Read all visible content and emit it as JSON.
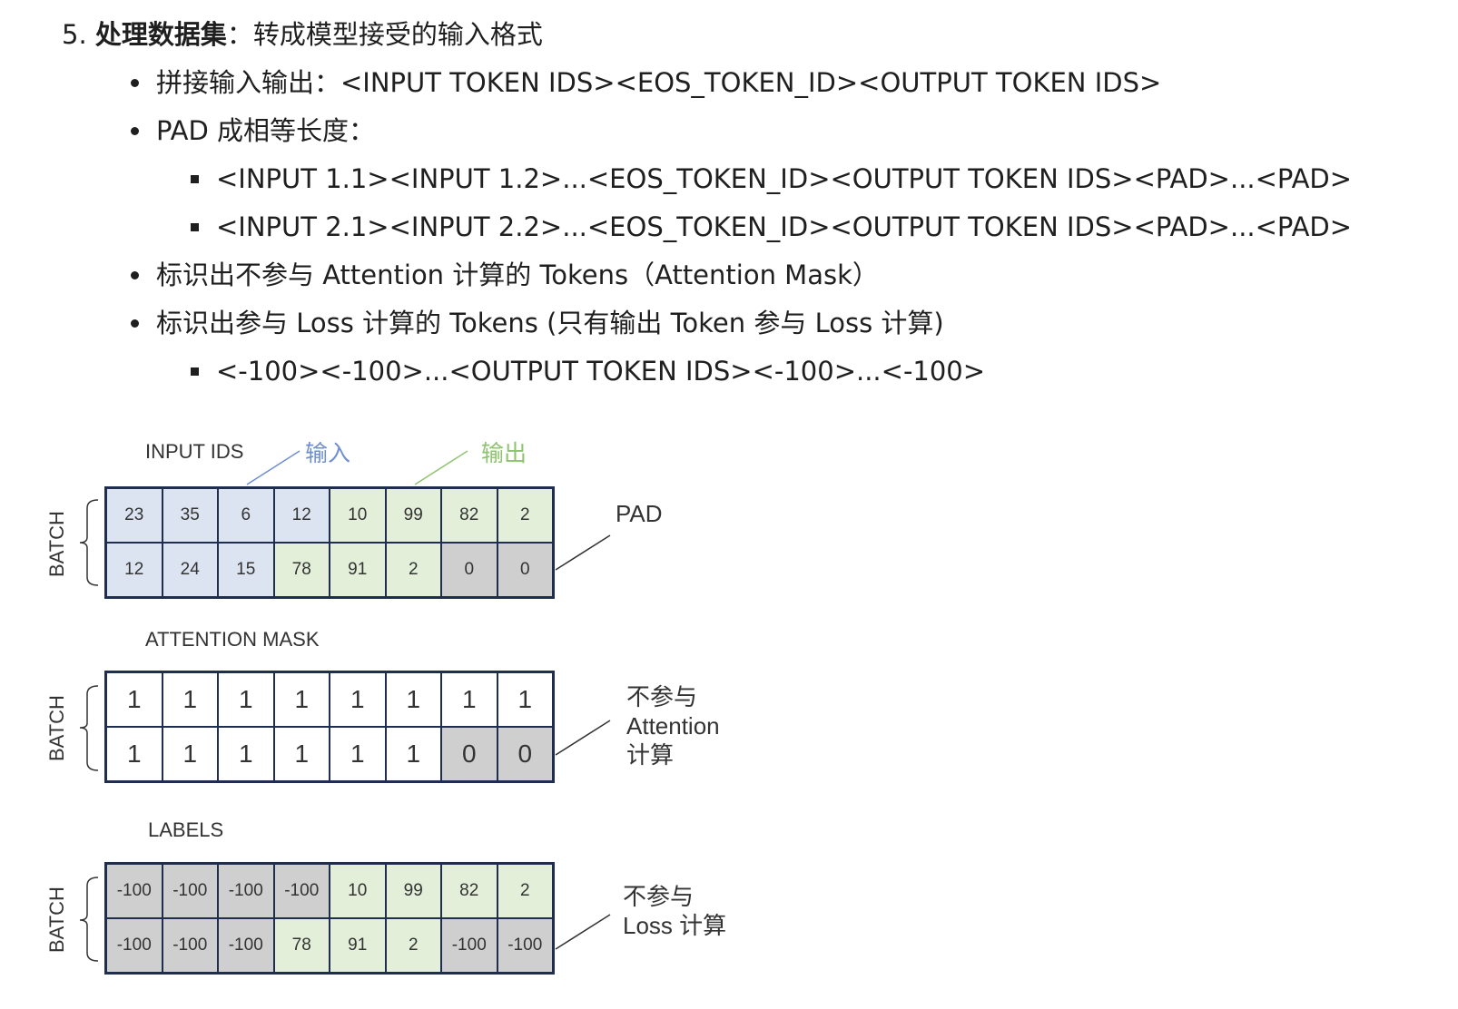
{
  "heading": {
    "number": "5.",
    "bold": "处理数据集",
    "rest": "：转成模型接受的输入格式"
  },
  "items": [
    {
      "type": "bullet",
      "text": "拼接输入输出：<INPUT TOKEN IDS><EOS_TOKEN_ID><OUTPUT TOKEN IDS>"
    },
    {
      "type": "bullet",
      "text": "PAD 成相等长度："
    },
    {
      "type": "square",
      "text": "<INPUT 1.1><INPUT 1.2>...<EOS_TOKEN_ID><OUTPUT TOKEN IDS><PAD>...<PAD>"
    },
    {
      "type": "square",
      "text": "<INPUT 2.1><INPUT 2.2>...<EOS_TOKEN_ID><OUTPUT TOKEN IDS><PAD>...<PAD>"
    },
    {
      "type": "bullet",
      "text": "标识出不参与 Attention 计算的 Tokens（Attention Mask）"
    },
    {
      "type": "bullet",
      "text": "标识出参与 Loss 计算的 Tokens (只有输出 Token 参与 Loss 计算)"
    },
    {
      "type": "square",
      "text": "<-100><-100>...<OUTPUT TOKEN IDS><-100>...<-100>"
    }
  ],
  "diagram": {
    "batch_label": "BATCH",
    "input_label": "输入",
    "output_label": "输出",
    "colors": {
      "input": "#dce3f1",
      "output": "#e3efd9",
      "ignored": "#d0cfd0",
      "plain": "#ffffff",
      "border": "#1f2d4f",
      "input_text": "#6f8fd0",
      "output_text": "#8fc46e"
    },
    "grids": [
      {
        "title": "INPUT IDS",
        "side_note": [
          "PAD"
        ],
        "rows": [
          {
            "values": [
              "23",
              "35",
              "6",
              "12",
              "10",
              "99",
              "82",
              "2"
            ],
            "kinds": [
              "input",
              "input",
              "input",
              "input",
              "output",
              "output",
              "output",
              "output"
            ]
          },
          {
            "values": [
              "12",
              "24",
              "15",
              "78",
              "91",
              "2",
              "0",
              "0"
            ],
            "kinds": [
              "input",
              "input",
              "input",
              "output",
              "output",
              "output",
              "ignored",
              "ignored"
            ]
          }
        ]
      },
      {
        "title": "ATTENTION MASK",
        "side_note": [
          "不参与",
          "Attention",
          "计算"
        ],
        "rows": [
          {
            "values": [
              "1",
              "1",
              "1",
              "1",
              "1",
              "1",
              "1",
              "1"
            ],
            "kinds": [
              "plain",
              "plain",
              "plain",
              "plain",
              "plain",
              "plain",
              "plain",
              "plain"
            ]
          },
          {
            "values": [
              "1",
              "1",
              "1",
              "1",
              "1",
              "1",
              "0",
              "0"
            ],
            "kinds": [
              "plain",
              "plain",
              "plain",
              "plain",
              "plain",
              "plain",
              "ignored",
              "ignored"
            ]
          }
        ]
      },
      {
        "title": "LABELS",
        "side_note": [
          "不参与",
          "Loss 计算"
        ],
        "rows": [
          {
            "values": [
              "-100",
              "-100",
              "-100",
              "-100",
              "10",
              "99",
              "82",
              "2"
            ],
            "kinds": [
              "ignored",
              "ignored",
              "ignored",
              "ignored",
              "output",
              "output",
              "output",
              "output"
            ]
          },
          {
            "values": [
              "-100",
              "-100",
              "-100",
              "78",
              "91",
              "2",
              "-100",
              "-100"
            ],
            "kinds": [
              "ignored",
              "ignored",
              "ignored",
              "output",
              "output",
              "output",
              "ignored",
              "ignored"
            ]
          }
        ]
      }
    ]
  }
}
